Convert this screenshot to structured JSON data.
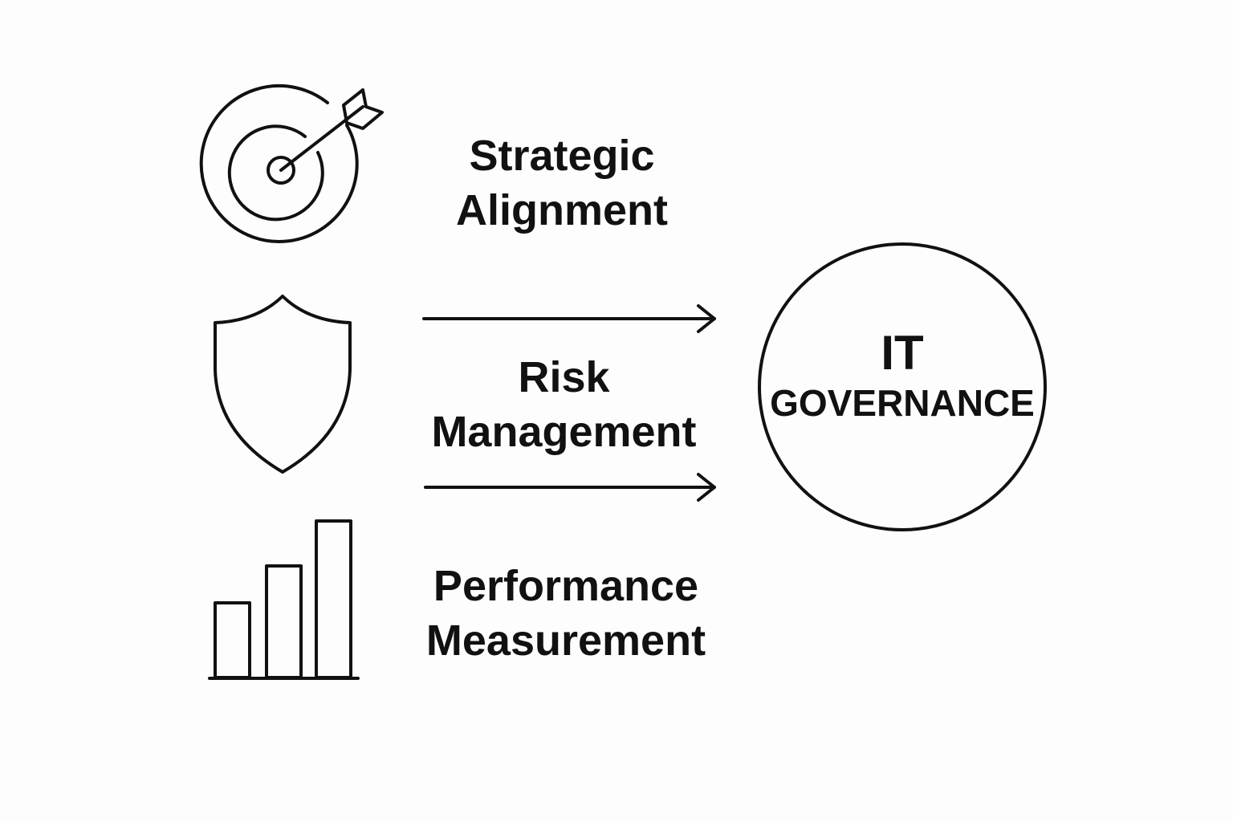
{
  "items": [
    {
      "icon": "target-icon",
      "line1": "Strategic",
      "line2": "Alignment"
    },
    {
      "icon": "shield-icon",
      "line1": "Risk",
      "line2": "Management"
    },
    {
      "icon": "bar-chart-icon",
      "line1": "Performance",
      "line2": "Measurement"
    }
  ],
  "hub": {
    "line1": "IT",
    "line2": "GOVERNANCE"
  },
  "colors": {
    "stroke": "#111111",
    "background": "#fdfdfd"
  }
}
